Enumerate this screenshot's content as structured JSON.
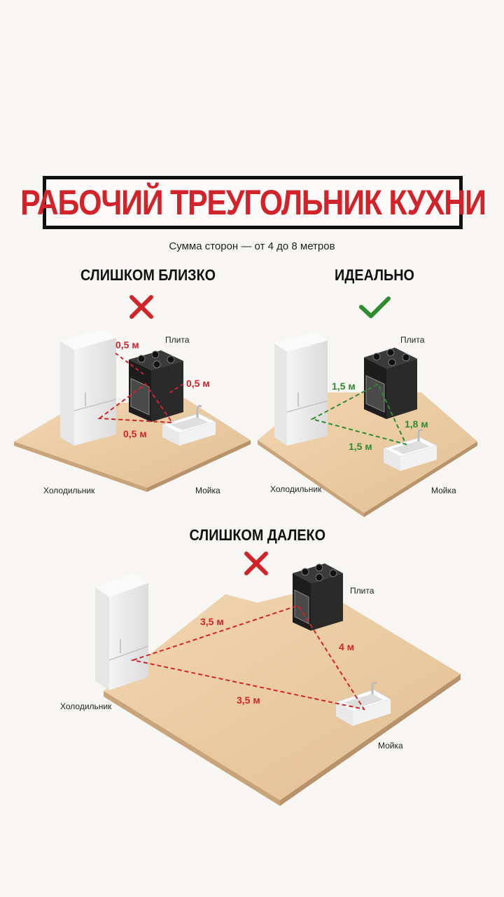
{
  "title": "РАБОЧИЙ ТРЕУГОЛЬНИК КУХНИ",
  "subtitle": "Сумма сторон — от 4 до 8 метров",
  "colors": {
    "bad": "#d2232a",
    "good": "#2e8b2e",
    "floor": "#e8c9a0"
  },
  "panels": {
    "close": {
      "heading": "СЛИШКОМ БЛИЗКО",
      "status_icon": "cross-icon",
      "fridge_label": "Холодильник",
      "stove_label": "Плита",
      "sink_label": "Мойка",
      "d_fridge_stove": "0,5 м",
      "d_stove_sink": "0,5 м",
      "d_fridge_sink": "0,5 м"
    },
    "ideal": {
      "heading": "ИДЕАЛЬНО",
      "status_icon": "check-icon",
      "fridge_label": "Холодильник",
      "stove_label": "Плита",
      "sink_label": "Мойка",
      "d_fridge_stove": "1,5 м",
      "d_stove_sink": "1,8 м",
      "d_fridge_sink": "1,5 м"
    },
    "far": {
      "heading": "СЛИШКОМ ДАЛЕКО",
      "status_icon": "cross-icon",
      "fridge_label": "Холодильник",
      "stove_label": "Плита",
      "sink_label": "Мойка",
      "d_fridge_stove": "3,5 м",
      "d_stove_sink": "4 м",
      "d_fridge_sink": "3,5 м"
    }
  }
}
